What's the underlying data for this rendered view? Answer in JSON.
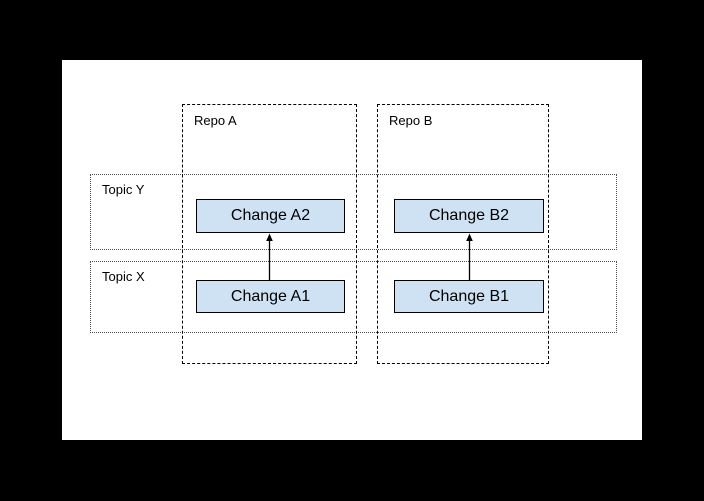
{
  "diagram": {
    "title": "",
    "repos": [
      {
        "id": "repo-a",
        "label": "Repo A"
      },
      {
        "id": "repo-b",
        "label": "Repo B"
      }
    ],
    "topics": [
      {
        "id": "topic-y",
        "label": "Topic Y"
      },
      {
        "id": "topic-x",
        "label": "Topic X"
      }
    ],
    "changes": [
      {
        "id": "change-a2",
        "label": "Change A2",
        "repo": "Repo A",
        "topic": "Topic Y"
      },
      {
        "id": "change-b2",
        "label": "Change B2",
        "repo": "Repo B",
        "topic": "Topic Y"
      },
      {
        "id": "change-a1",
        "label": "Change A1",
        "repo": "Repo A",
        "topic": "Topic X"
      },
      {
        "id": "change-b1",
        "label": "Change B1",
        "repo": "Repo B",
        "topic": "Topic X"
      }
    ],
    "arrows": [
      {
        "from": "Change A1",
        "to": "Change A2",
        "direction": "up"
      },
      {
        "from": "Change B1",
        "to": "Change B2",
        "direction": "up"
      }
    ],
    "colors": {
      "canvas_background": "#000000",
      "page_background": "#ffffff",
      "change_box_fill": "#cfe2f3",
      "change_box_border": "#000000",
      "repo_dashed_border": "#000000",
      "topic_dotted_border": "#4d4d4d",
      "text": "#000000",
      "arrow": "#000000"
    }
  }
}
